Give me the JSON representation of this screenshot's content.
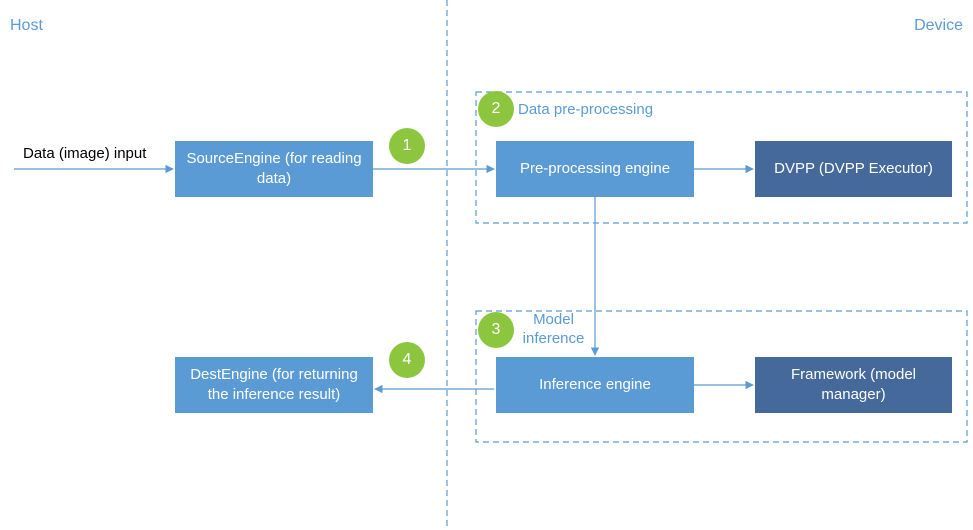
{
  "zones": {
    "host": "Host",
    "device": "Device"
  },
  "input_label": "Data (image) input",
  "groups": {
    "preprocessing": {
      "badge": "2",
      "label": "Data pre-processing"
    },
    "inference": {
      "badge": "3",
      "label": "Model\ninference"
    }
  },
  "badges": {
    "b1": "1",
    "b4": "4"
  },
  "boxes": {
    "source_engine": "SourceEngine (for reading data)",
    "preprocessing_engine": "Pre-processing engine",
    "dvpp": "DVPP (DVPP Executor)",
    "dest_engine": "DestEngine (for returning the inference result)",
    "inference_engine": "Inference engine",
    "framework": "Framework (model manager)"
  },
  "colors": {
    "light_box": "#5b9bd5",
    "dark_box": "#44699a",
    "badge": "#8cc63f",
    "line": "#5b9bd5"
  }
}
